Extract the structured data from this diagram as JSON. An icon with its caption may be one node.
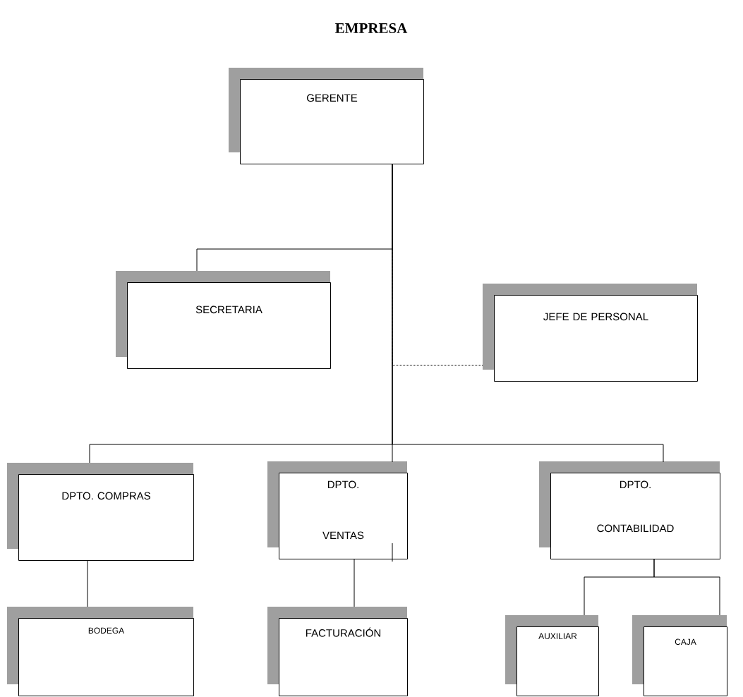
{
  "diagram": {
    "title": "EMPRESA",
    "nodes": [
      {
        "text": [
          "GERENTE"
        ]
      },
      {
        "text": [
          "SECRETARIA"
        ]
      },
      {
        "text": [
          "JEFE DE PERSONAL"
        ]
      },
      {
        "text": [
          "DPTO. COMPRAS"
        ]
      },
      {
        "text": [
          "DPTO. VENTAS"
        ]
      },
      {
        "text": [
          "DPTO. CONTABILIDAD"
        ]
      },
      {
        "text": [
          "BODEGA"
        ]
      },
      {
        "text": [
          "FACTURACIÓN"
        ]
      },
      {
        "text": [
          "AUXILIAR"
        ]
      },
      {
        "text": [
          "CAJA"
        ]
      }
    ],
    "edges": [
      {
        "from": 0,
        "to": 2,
        "arrow": "none",
        "style": "dashed"
      },
      {
        "from": 0,
        "to": 1,
        "arrow": "none"
      },
      {
        "from": 0,
        "to": 3,
        "arrow": "none"
      },
      {
        "from": 0,
        "to": 4,
        "arrow": "none"
      },
      {
        "from": 0,
        "to": 5,
        "arrow": "none"
      },
      {
        "from": 3,
        "to": 6,
        "arrow": "none"
      },
      {
        "from": 4,
        "to": 7,
        "arrow": "none"
      },
      {
        "from": 5,
        "to": 8,
        "arrow": "none"
      },
      {
        "from": 5,
        "to": 9,
        "arrow": "none"
      }
    ]
  }
}
